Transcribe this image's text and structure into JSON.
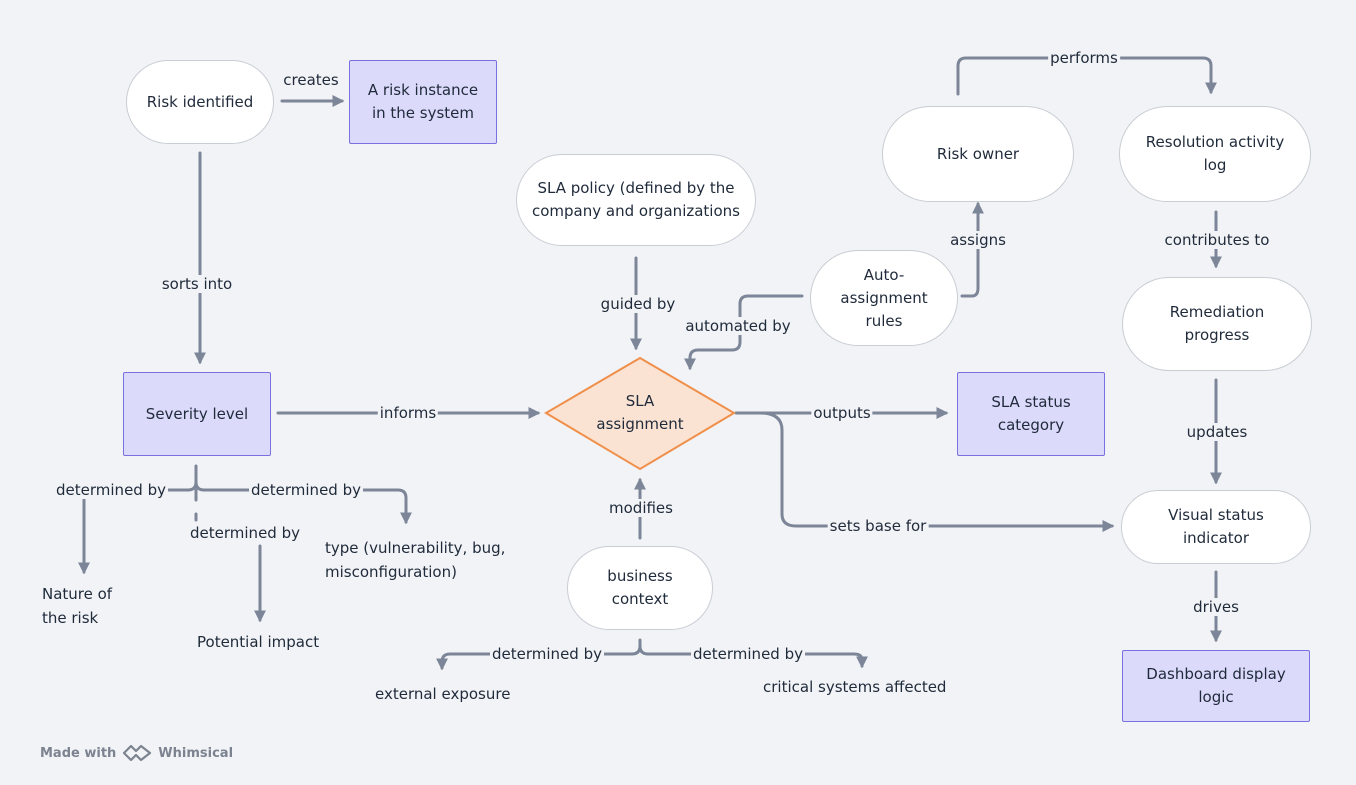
{
  "nodes": {
    "risk_identified": "Risk identified",
    "risk_instance": "A risk instance in the system",
    "severity_level": "Severity level",
    "sla_policy": "SLA policy (defined by the company and organizations",
    "sla_assignment": "SLA assignment",
    "business_context": "business context",
    "auto_assignment_rules": "Auto-assignment rules",
    "risk_owner": "Risk owner",
    "resolution_log": "Resolution activity log",
    "remediation_progress": "Remediation progress",
    "sla_status_category": "SLA status category",
    "visual_status_indicator": "Visual status indicator",
    "dashboard_display_logic": "Dashboard display logic",
    "nature_of_risk": "Nature of the risk",
    "potential_impact": "Potential impact",
    "type_text": "type (vulnerability, bug, misconfiguration)",
    "external_exposure": "external exposure",
    "critical_systems": "critical systems affected"
  },
  "edges": {
    "creates": "creates",
    "sorts_into": "sorts into",
    "informs": "informs",
    "determined_by_1": "determined by",
    "determined_by_2": "determined by",
    "determined_by_3": "determined by",
    "guided_by": "guided by",
    "automated_by": "automated by",
    "modifies": "modifies",
    "determined_by_4": "determined by",
    "determined_by_5": "determined by",
    "assigns": "assigns",
    "performs": "performs",
    "contributes_to": "contributes to",
    "updates": "updates",
    "outputs": "outputs",
    "sets_base_for": "sets base for",
    "drives": "drives"
  },
  "footer": {
    "made_with": "Made with",
    "brand": "Whimsical"
  },
  "colors": {
    "background": "#f2f3f6",
    "oval_fill": "#ffffff",
    "rect_fill": "#dcdafb",
    "rect_border": "#7a70df",
    "diamond_fill": "#fbe3d3",
    "diamond_border": "#ef8f4a",
    "connector": "#7c8698"
  }
}
